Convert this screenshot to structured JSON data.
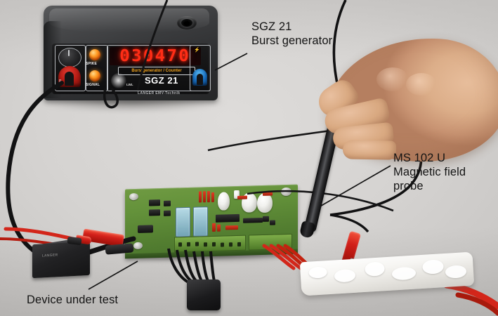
{
  "image": {
    "kind": "photograph",
    "subject": "EMC burst-immunity test setup with burst generator, magnetic field probe and device under test",
    "background_color": "#d6d4d2"
  },
  "annotations": [
    {
      "id": "annotation-sgz21",
      "lines": [
        "SGZ 21",
        "Burst generator"
      ],
      "text": "SGZ 21\nBurst generator",
      "color": "#141414",
      "leader": "line from text down-left to generator front panel"
    },
    {
      "id": "annotation-probe",
      "lines": [
        "MS 102 U",
        "Magnetic field",
        "probe"
      ],
      "text": "MS 102 U\nMagnetic field\nprobe",
      "color": "#141414",
      "leader": "line from text down-left to probe body"
    },
    {
      "id": "annotation-dut",
      "lines": [
        "Device under test"
      ],
      "text": "Device under test",
      "color": "#141414",
      "leader": "line from text up-right to circuit board"
    }
  ],
  "generator": {
    "name": "SGZ 21",
    "display_value": "030470",
    "display_color": "#ff2d16",
    "subtitle": "Burstgenerator / Counter",
    "model_label": "SGZ 21",
    "brand": "LANGER EMV-Technik",
    "lwl_label": "LWL",
    "leds": [
      {
        "label": "SPIKE",
        "color": "#ff9a23",
        "state": "on"
      },
      {
        "label": "SIGNAL",
        "color": "#ff9a23",
        "state": "on"
      }
    ],
    "knobs": [
      {
        "name": "left-red-knob",
        "color": "#b81d16",
        "marking": "P"
      },
      {
        "name": "right-blue-knob",
        "color": "#1a72c4",
        "marking": ""
      }
    ],
    "body_color": "#3a3b3d",
    "panel_color": "#121213"
  },
  "probe": {
    "name": "MS 102 U",
    "type": "Magnetic field probe",
    "body_color": "#2a2a2c",
    "label_color": "#f4f4f0"
  },
  "device_under_test": {
    "name": "Device under test",
    "board_color": "#63913a",
    "components": [
      "relays",
      "electrolytic capacitors",
      "integrated circuits",
      "terminal blocks",
      "resistors",
      "mounting screws"
    ]
  },
  "accessories": [
    {
      "name": "coupling-module-left",
      "color": "#222224"
    },
    {
      "name": "connector-block-bottom",
      "color": "#1b1b1d"
    },
    {
      "name": "crocodile-clip-red",
      "color": "#d2201a"
    },
    {
      "name": "crocodile-clip-black",
      "color": "#1c1c1e"
    },
    {
      "name": "foam-strip",
      "color": "#f6f5f2"
    }
  ],
  "cables": {
    "black_count": 8,
    "red_count": 6,
    "black_color": "#121213",
    "red_color": "#d3261a"
  },
  "hand": {
    "description": "right hand holding the magnetic field probe",
    "skin_color": "#dcae89"
  }
}
